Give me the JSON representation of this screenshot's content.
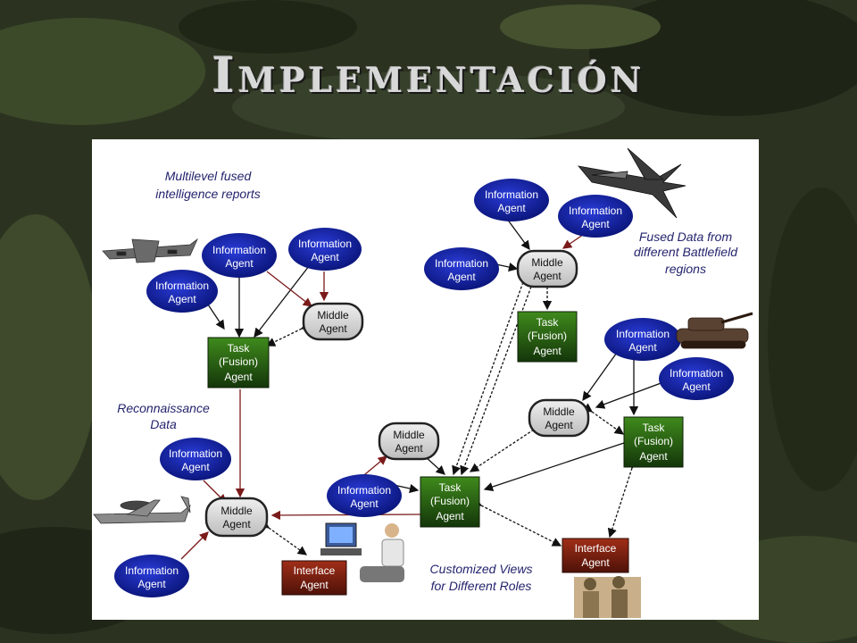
{
  "slide": {
    "title": "Implementación"
  },
  "colors": {
    "info_agent": "#0e1a9a",
    "task_agent": "#2f6b12",
    "middle_agent": "#d6d6d6",
    "interface_agent": "#7a1f10",
    "arrow_red": "#7a1a1a",
    "caption": "#24246e"
  },
  "labels": {
    "information": [
      "Information",
      "Agent"
    ],
    "middle": [
      "Middle",
      "Agent"
    ],
    "task": [
      "Task",
      "(Fusion)",
      "Agent"
    ],
    "interface": [
      "Interface",
      "Agent"
    ]
  },
  "captions": {
    "multilevel": [
      "Multilevel fused",
      "intelligence reports"
    ],
    "fused": [
      "Fused Data from",
      "different Battlefield",
      "regions"
    ],
    "recon": [
      "Reconnaissance",
      "Data"
    ],
    "custom": [
      "Customized Views",
      "for Different Roles"
    ]
  },
  "icons": [
    "aircraft-transport-icon",
    "fighter-jet-icon",
    "tank-icon",
    "awacs-plane-icon",
    "computer-operator-icon",
    "soldiers-icon"
  ]
}
